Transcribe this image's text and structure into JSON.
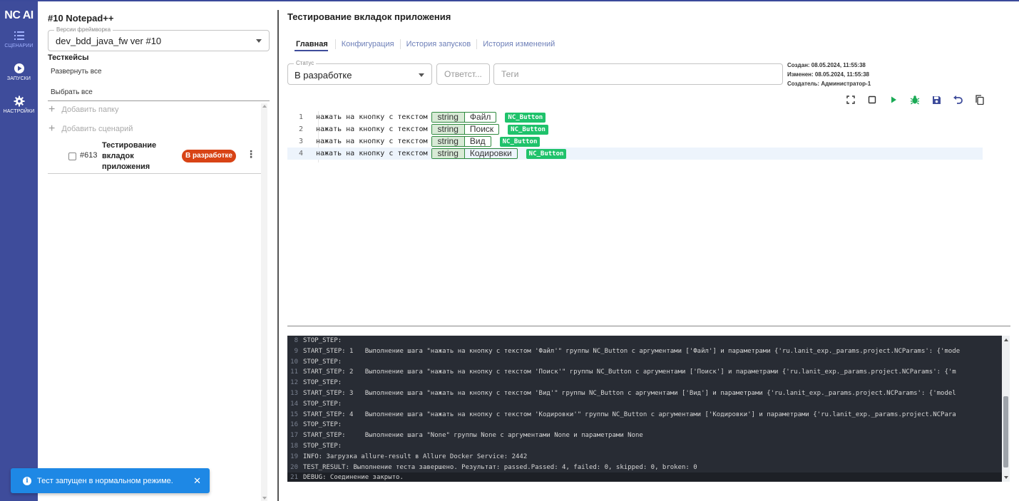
{
  "nav": {
    "logo": "NC AI",
    "items": [
      {
        "label": "СЦЕНАРИИ",
        "icon": "list-icon"
      },
      {
        "label": "ЗАПУСКИ",
        "icon": "play-circle-icon"
      },
      {
        "label": "НАСТРОЙКИ",
        "icon": "gear-icon"
      }
    ]
  },
  "left": {
    "project_title": "#10 Notepad++",
    "framework_legend": "Версии фреймворка",
    "framework_value": "dev_bdd_java_fw ver #10",
    "section_title": "Тесткейсы",
    "expand_all": "Развернуть все",
    "select_all": "Выбрать все",
    "add_folder": "Добавить папку",
    "add_scenario": "Добавить сценарий",
    "item": {
      "number": "#613",
      "name": "Тестирование вкладок приложения",
      "status": "В разработке"
    }
  },
  "main": {
    "title": "Тестирование вкладок приложения",
    "tabs": [
      "Главная",
      "Конфигурация",
      "История запусков",
      "История изменений"
    ],
    "status_legend": "Статус",
    "status_value": "В разработке",
    "responsible_placeholder": "Ответст...",
    "tags_placeholder": "Теги",
    "meta": {
      "created": "Создан: 08.05.2024, 11:55:38",
      "modified": "Изменен: 08.05.2024, 11:55:38",
      "creator": "Создатель: Администратор-1"
    },
    "toolbar_icons": [
      "fullscreen-icon",
      "stop-icon",
      "run-icon",
      "debug-icon",
      "save-icon",
      "undo-icon",
      "copy-icon"
    ]
  },
  "editor": {
    "lines": [
      {
        "num": "1",
        "text": "нажать на кнопку с текстом",
        "type": "string",
        "arg": "Файл",
        "tag": "NC_Button"
      },
      {
        "num": "2",
        "text": "нажать на кнопку с текстом",
        "type": "string",
        "arg": "Поиск",
        "tag": "NC_Button"
      },
      {
        "num": "3",
        "text": "нажать на кнопку с текстом",
        "type": "string",
        "arg": "Вид",
        "tag": "NC_Button"
      },
      {
        "num": "4",
        "text": "нажать на кнопку с текстом",
        "type": "string",
        "arg": "Кодировки",
        "tag": "NC_Button"
      }
    ]
  },
  "console": {
    "lines": [
      {
        "num": "8",
        "text": "STOP_STEP:"
      },
      {
        "num": "9",
        "text": "START_STEP: 1   Выполнение шага \"нажать на кнопку с текстом 'Файл'\" группы NC_Button с аргументами ['Файл'] и параметрами {'ru.lanit_exp._params.project.NCParams': {'mode"
      },
      {
        "num": "10",
        "text": "STOP_STEP:"
      },
      {
        "num": "11",
        "text": "START_STEP: 2   Выполнение шага \"нажать на кнопку с текстом 'Поиск'\" группы NC_Button с аргументами ['Поиск'] и параметрами {'ru.lanit_exp._params.project.NCParams': {'m"
      },
      {
        "num": "12",
        "text": "STOP_STEP:"
      },
      {
        "num": "13",
        "text": "START_STEP: 3   Выполнение шага \"нажать на кнопку с текстом 'Вид'\" группы NC_Button с аргументами ['Вид'] и параметрами {'ru.lanit_exp._params.project.NCParams': {'model"
      },
      {
        "num": "14",
        "text": "STOP_STEP:"
      },
      {
        "num": "15",
        "text": "START_STEP: 4   Выполнение шага \"нажать на кнопку с текстом 'Кодировки'\" группы NC_Button с аргументами ['Кодировки'] и параметрами {'ru.lanit_exp._params.project.NCPara"
      },
      {
        "num": "16",
        "text": "STOP_STEP:"
      },
      {
        "num": "17",
        "text": "START_STEP:     Выполнение шага \"None\" группы None с аргументами None и параметрами None"
      },
      {
        "num": "18",
        "text": "STOP_STEP:"
      },
      {
        "num": "19",
        "text": "INFO: Загрузка allure-result в Allure Docker Service: 2442"
      },
      {
        "num": "20",
        "text": "TEST_RESULT: Выполнение теста завершено. Результат: passed.Passed: 4, failed: 0, skipped: 0, broken: 0"
      },
      {
        "num": "21",
        "text": "DEBUG: Соединение закрыто."
      }
    ]
  },
  "toast": {
    "message": "Тест запущен в нормальном режиме.",
    "close": "✕"
  },
  "colors": {
    "nav_bg": "#3e4c9b",
    "badge": "#d84315",
    "nc_tag": "#1fc26b",
    "console_bg": "#282c34",
    "toast_bg": "#1e88e5"
  }
}
